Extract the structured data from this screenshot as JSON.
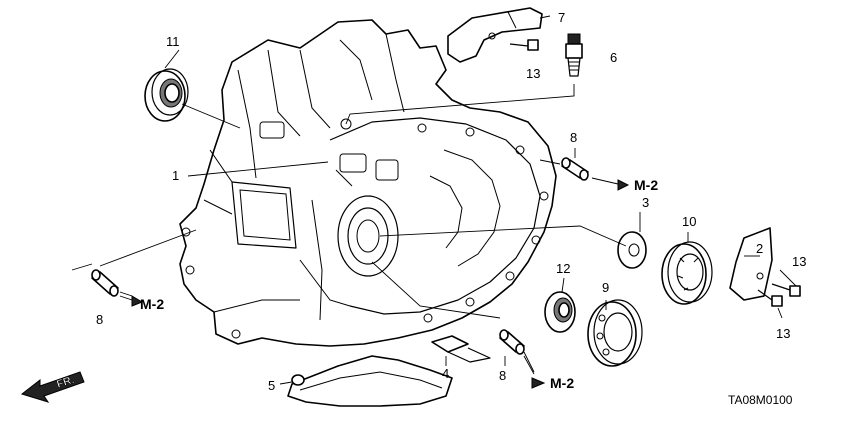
{
  "diagram_code": "TA08M0100",
  "front_indicator": "FR.",
  "callouts": {
    "c1": "1",
    "c2": "2",
    "c3": "3",
    "c4": "4",
    "c5": "5",
    "c6": "6",
    "c7": "7",
    "c8_top": "8",
    "c8_left": "8",
    "c8_bottom": "8",
    "c9": "9",
    "c10": "10",
    "c11": "11",
    "c12": "12",
    "c13_top": "13",
    "c13_right_top": "13",
    "c13_right_bottom": "13"
  },
  "section_refs": {
    "m2_top": "M-2",
    "m2_left": "M-2",
    "m2_bottom": "M-2"
  }
}
